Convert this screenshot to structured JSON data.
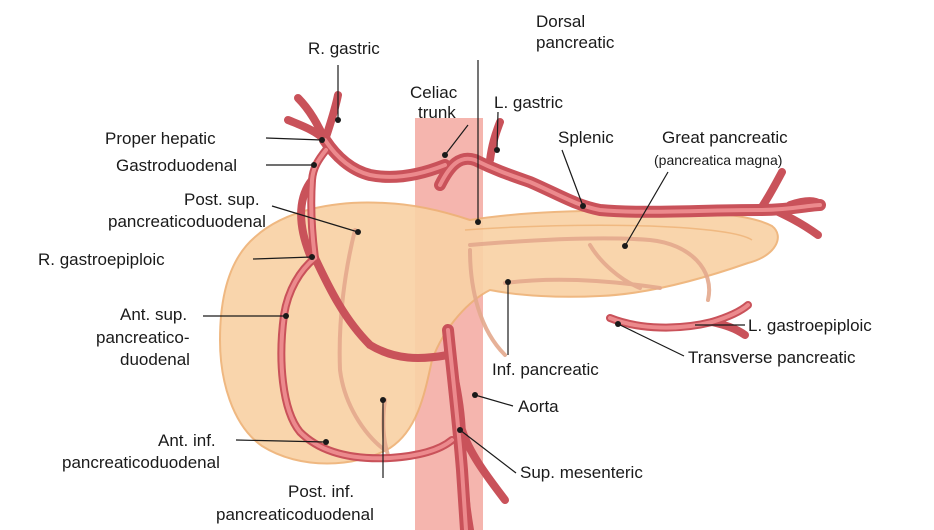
{
  "labels": {
    "r_gastric": "R. gastric",
    "dorsal_pancreatic_1": "Dorsal",
    "dorsal_pancreatic_2": "pancreatic",
    "celiac_trunk_1": "Celiac",
    "celiac_trunk_2": "trunk",
    "l_gastric": "L. gastric",
    "splenic": "Splenic",
    "great_pancreatic": "Great pancreatic",
    "pancreatica_magna": "(pancreatica magna)",
    "proper_hepatic": "Proper hepatic",
    "gastroduodenal": "Gastroduodenal",
    "post_sup_1": "Post. sup.",
    "post_sup_2": "pancreaticoduodenal",
    "r_gastroepiploic": "R. gastroepiploic",
    "ant_sup_1": "Ant. sup.",
    "ant_sup_2": "pancreatico-",
    "ant_sup_3": "duodenal",
    "l_gastroepiploic": "L. gastroepiploic",
    "transverse_pancreatic": "Transverse pancreatic",
    "inf_pancreatic": "Inf. pancreatic",
    "aorta": "Aorta",
    "ant_inf_1": "Ant. inf.",
    "ant_inf_2": "pancreaticoduodenal",
    "sup_mesenteric": "Sup. mesenteric",
    "post_inf_1": "Post. inf.",
    "post_inf_2": "pancreaticoduodenal"
  },
  "colors": {
    "pancreas_fill": "#f9d2a6",
    "pancreas_edge": "#eeb277",
    "aorta_band": "#f3a8a0",
    "artery_outer": "#c9525a",
    "artery_inner": "#ec8a8d",
    "artery_faint": "#e4a98d"
  }
}
